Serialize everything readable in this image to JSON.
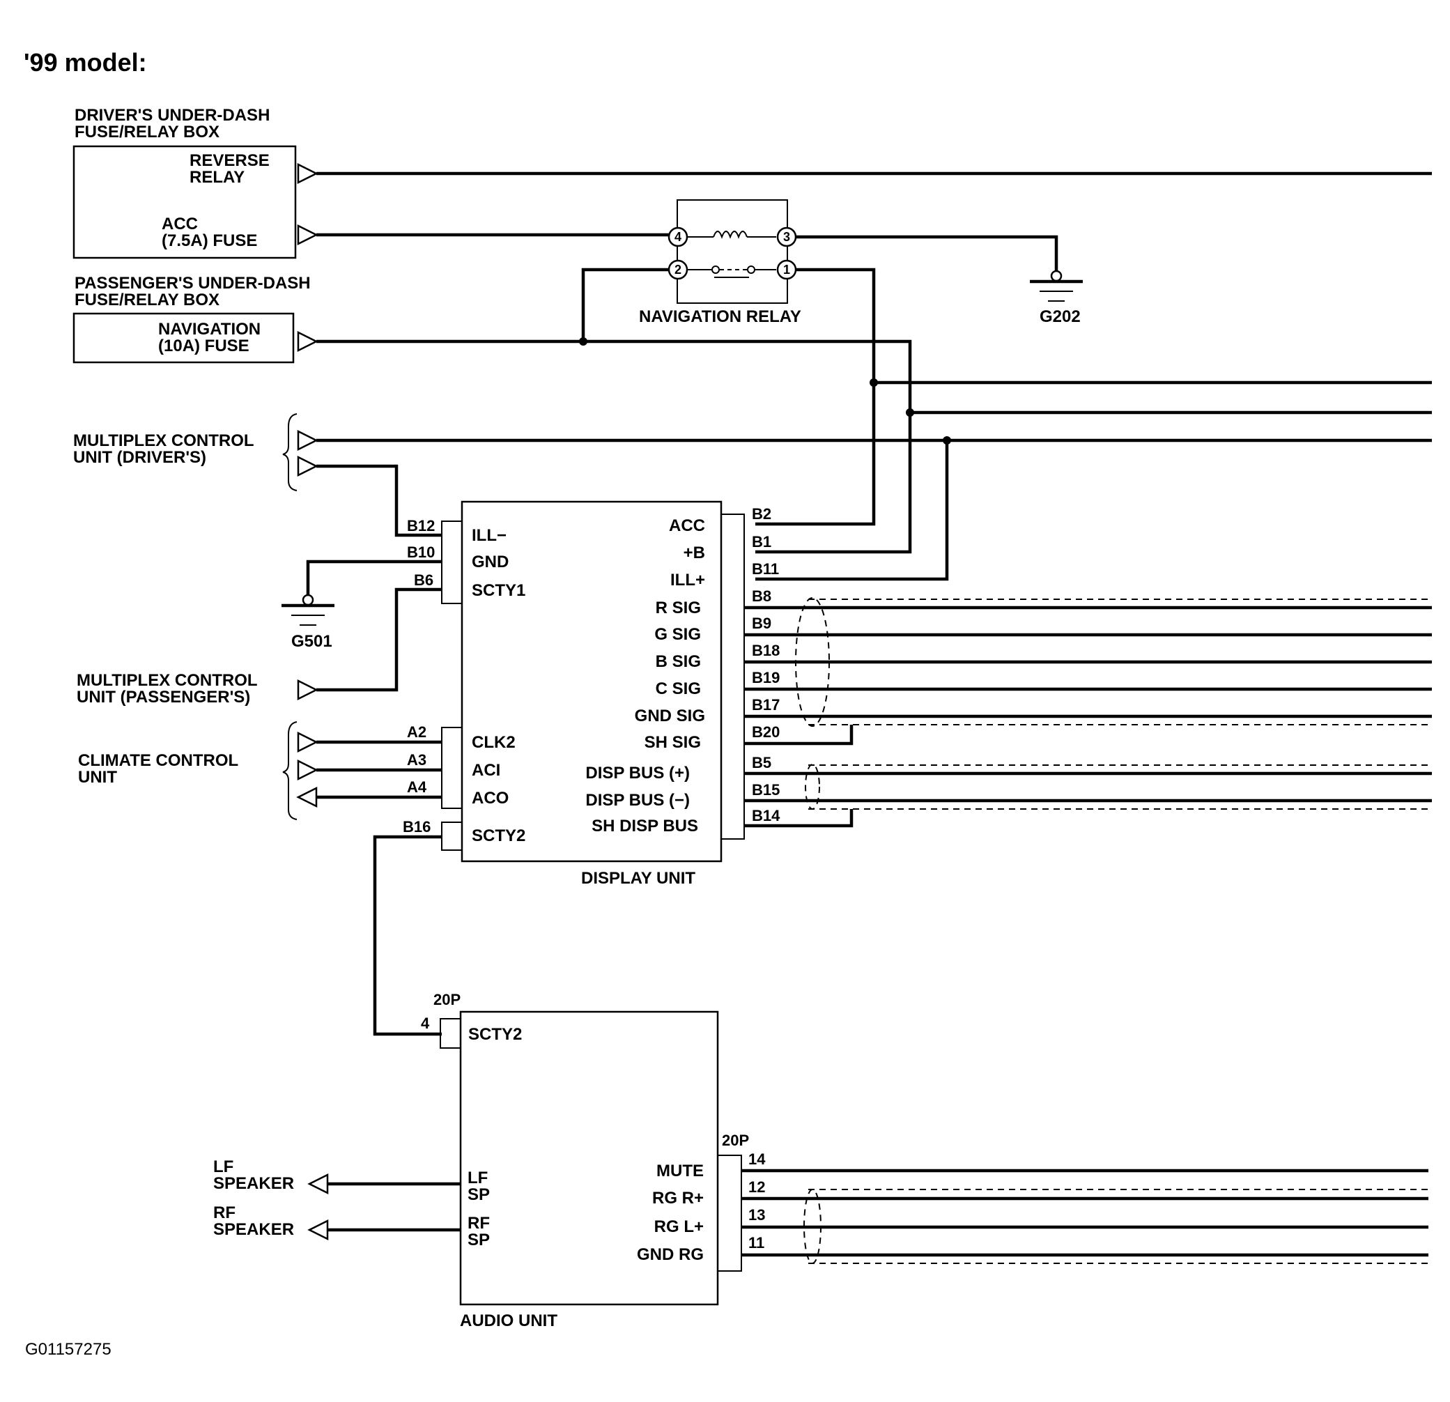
{
  "header": {
    "title": "'99 model:"
  },
  "drivers_box": {
    "title_line1": "DRIVER'S UNDER-DASH",
    "title_line2": "FUSE/RELAY BOX",
    "reverse_line1": "REVERSE",
    "reverse_line2": "RELAY",
    "acc_line1": "ACC",
    "acc_line2": "(7.5A) FUSE"
  },
  "passengers_box": {
    "title_line1": "PASSENGER'S UNDER-DASH",
    "title_line2": "FUSE/RELAY BOX",
    "nav_line1": "NAVIGATION",
    "nav_line2": "(10A) FUSE"
  },
  "relay": {
    "label": "NAVIGATION RELAY",
    "terminals": [
      "4",
      "3",
      "2",
      "1"
    ]
  },
  "grounds": {
    "g202": "G202",
    "g501": "G501"
  },
  "left_units": {
    "mpx_driver_line1": "MULTIPLEX CONTROL",
    "mpx_driver_line2": "UNIT (DRIVER'S)",
    "mpx_passenger_line1": "MULTIPLEX CONTROL",
    "mpx_passenger_line2": "UNIT (PASSENGER'S)",
    "climate_line1": "CLIMATE CONTROL",
    "climate_line2": "UNIT"
  },
  "display_unit": {
    "caption": "DISPLAY UNIT",
    "left_pins": [
      "B12",
      "B10",
      "B6"
    ],
    "left_signals": [
      "ILL−",
      "GND",
      "SCTY1"
    ],
    "climate_pins": [
      "A2",
      "A3",
      "A4"
    ],
    "climate_signals": [
      "CLK2",
      "ACI",
      "ACO"
    ],
    "scty2_pin": "B16",
    "scty2_signal": "SCTY2",
    "right_signals": [
      "ACC",
      "+B",
      "ILL+",
      "R SIG",
      "G SIG",
      "B SIG",
      "C SIG",
      "GND SIG",
      "SH SIG",
      "DISP BUS (+)",
      "DISP BUS (−)",
      "SH DISP BUS"
    ],
    "right_pins": [
      "B2",
      "B1",
      "B11",
      "B8",
      "B9",
      "B18",
      "B19",
      "B17",
      "B20",
      "B5",
      "B15",
      "B14"
    ]
  },
  "audio_unit": {
    "caption": "AUDIO UNIT",
    "connector_top": "20P",
    "scty2_pin": "4",
    "scty2_signal": "SCTY2",
    "lf_sp_line1": "LF",
    "lf_sp_line2": "SP",
    "rf_sp_line1": "RF",
    "rf_sp_line2": "SP",
    "connector_right": "20P",
    "right_signals": [
      "MUTE",
      "RG R+",
      "RG L+",
      "GND RG"
    ],
    "right_pins": [
      "14",
      "12",
      "13",
      "11"
    ]
  },
  "speakers": {
    "lf_line1": "LF",
    "lf_line2": "SPEAKER",
    "rf_line1": "RF",
    "rf_line2": "SPEAKER"
  },
  "figure_id": "G01157275"
}
